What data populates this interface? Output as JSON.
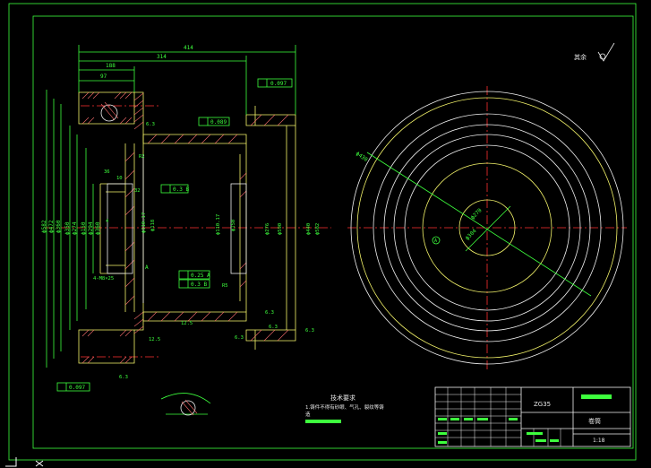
{
  "colors": {
    "background": "#000000",
    "frame": "#3dff3d",
    "dimension": "#3dff3d",
    "outline": "#f4f46a",
    "centerline": "#ff3030",
    "hatch": "#f06a6a",
    "text_white": "#e6e6e6"
  },
  "section_view": {
    "dims_top": [
      "414",
      "314",
      "188",
      "97"
    ],
    "dims_left": [
      "ϕ582",
      "ϕ472",
      "ϕ360",
      "ϕ350",
      "ϕ274",
      "ϕ150",
      "ϕ294",
      "ϕ360"
    ],
    "dims_inner": [
      "36",
      "10",
      "32",
      "4",
      "4-M8×25",
      "ϕ110.17",
      "ϕ118",
      "ϕ110.17",
      "ϕ150",
      "ϕ276",
      "ϕ590",
      "ϕ440",
      "ϕ582",
      "R2",
      "R5",
      "6.3",
      "6.3",
      "6.3",
      "6.3",
      "6.3",
      "12.5",
      "12.5",
      "6.3",
      "A"
    ],
    "gdt": {
      "top_right": "0.097",
      "top_mid": "0.089",
      "mid": "0.3 B",
      "lower1": "0.25 A",
      "lower2": "0.3 B",
      "bottom_left": "0.097"
    }
  },
  "end_view": {
    "dims": [
      "ϕ430",
      "ϕ270",
      "ϕ304",
      "A"
    ]
  },
  "roughness_note": "其余",
  "tech_requirements": {
    "title": "技术要求",
    "line1": "1.铸件不得有砂眼、气孔、裂纹等铸",
    "line2": "造"
  },
  "title_block": {
    "material": "ZG35",
    "part_name": "卷筒",
    "scale": "1:18"
  }
}
